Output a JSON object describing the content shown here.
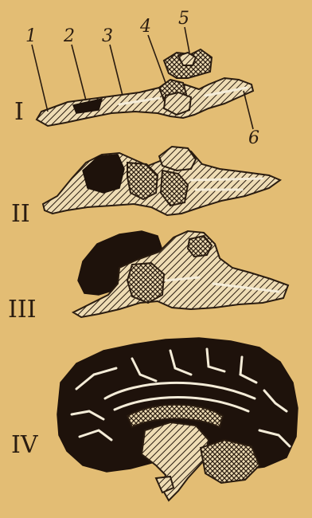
{
  "stages": [
    {
      "numeral": "I"
    },
    {
      "numeral": "II"
    },
    {
      "numeral": "III"
    },
    {
      "numeral": "IV"
    }
  ],
  "parts": [
    {
      "label": "1"
    },
    {
      "label": "2"
    },
    {
      "label": "3"
    },
    {
      "label": "4"
    },
    {
      "label": "5"
    },
    {
      "label": "6"
    }
  ],
  "colors": {
    "background": "#e3bd74",
    "ink": "#1e120b",
    "highlight": "#f4ecd8"
  }
}
